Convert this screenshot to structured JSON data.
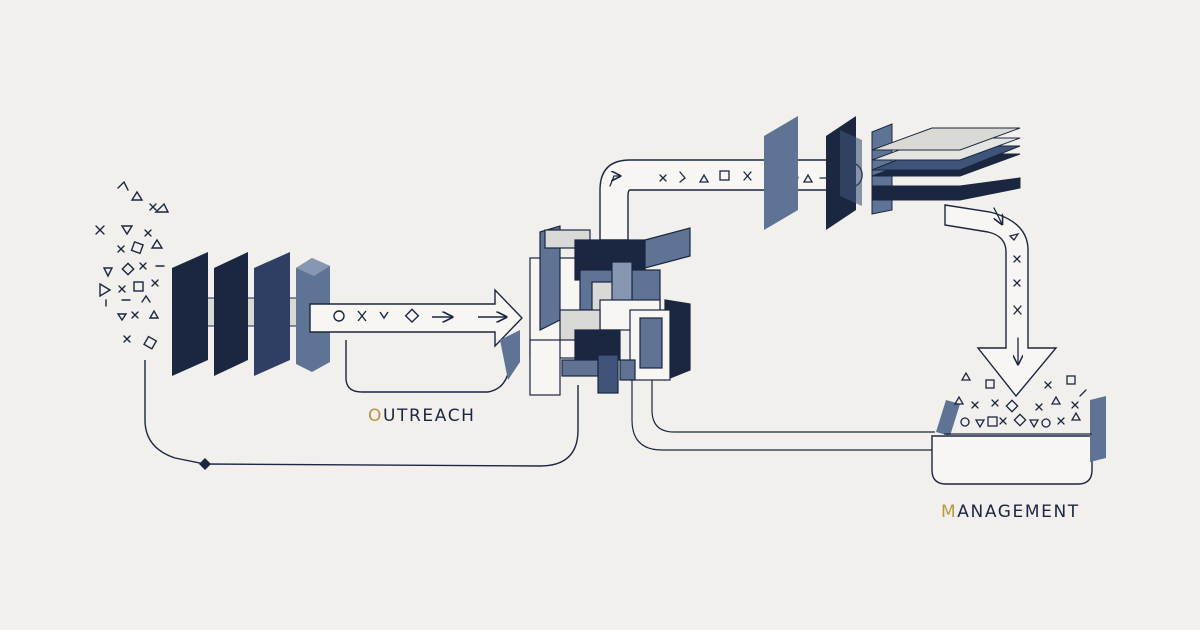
{
  "labels": {
    "outreach": {
      "first": "O",
      "rest": "UTREACH"
    },
    "management": {
      "first": "M",
      "rest": "ANAGEMENT"
    }
  },
  "colors": {
    "background": "#f1f0ec",
    "navy": "#1b2640",
    "slate": "#5f7395",
    "slate_dark": "#3f5478",
    "pale": "#d9d9d6",
    "accent_gold": "#b8973e"
  },
  "icons": [
    "circle-icon",
    "diamond-icon",
    "triangle-icon",
    "cross-icon",
    "square-icon",
    "arrow-icon"
  ]
}
